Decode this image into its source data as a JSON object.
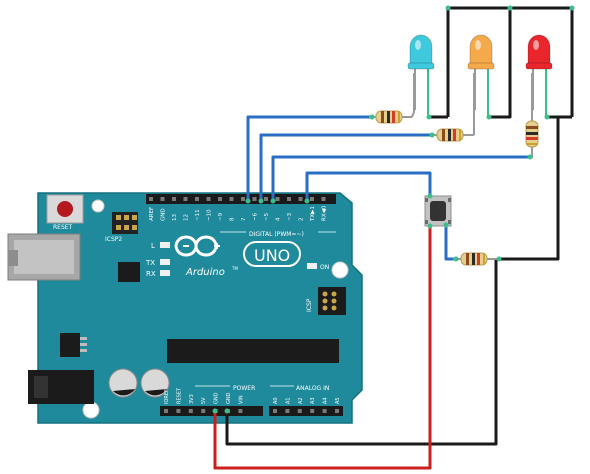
{
  "board": {
    "labels": {
      "reset": "RESET",
      "icsp2": "ICSP2",
      "icsp": "ICSP",
      "l": "L",
      "tx": "TX",
      "rx": "RX",
      "on": "ON",
      "digital": "DIGITAL (PWM=~)",
      "power": "POWER",
      "analog_in": "ANALOG IN",
      "logo": "Arduino",
      "logo_tm": "TM",
      "model": "UNO"
    },
    "digital_pins": [
      "AREF",
      "GND",
      "13",
      "12",
      "~11",
      "~10",
      "~9",
      "8",
      "7",
      "~6",
      "~5",
      "4",
      "~3",
      "2",
      "TX▶1",
      "RX◀0"
    ],
    "power_pins": [
      "IOREF",
      "RESET",
      "3V3",
      "5V",
      "GND",
      "GND",
      "VIN"
    ],
    "analog_pins": [
      "A0",
      "A1",
      "A2",
      "A3",
      "A4",
      "A5"
    ]
  },
  "components": {
    "leds": [
      {
        "name": "led-cyan",
        "color": "#3ec9dc"
      },
      {
        "name": "led-orange",
        "color": "#f4a94a"
      },
      {
        "name": "led-red",
        "color": "#e8262c"
      }
    ],
    "resistors": 4,
    "pushbutton": 1
  },
  "wire_colors": {
    "signal": "#2a6dc5",
    "ground": "#1a1a1a",
    "power": "#cc1f1f",
    "led_leg": "#3bbf8a"
  }
}
